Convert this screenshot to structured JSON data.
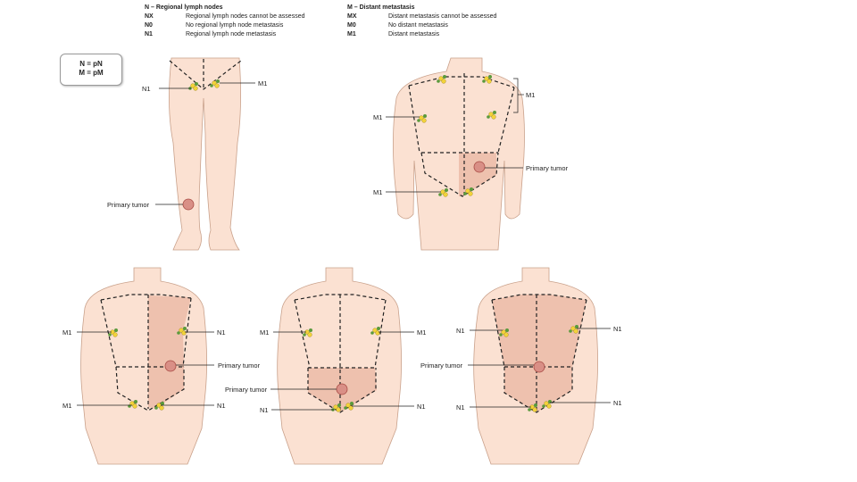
{
  "legend_n": {
    "heading": "N – Regional lymph nodes",
    "rows": [
      {
        "code": "NX",
        "text": "Regional lymph nodes cannot be assessed"
      },
      {
        "code": "N0",
        "text": "No regional lymph node metastasis"
      },
      {
        "code": "N1",
        "text": "Regional lymph node metastasis"
      }
    ]
  },
  "legend_m": {
    "heading": "M – Distant metastasis",
    "rows": [
      {
        "code": "MX",
        "text": "Distant metastasis cannot be assessed"
      },
      {
        "code": "M0",
        "text": "No distant metastasis"
      },
      {
        "code": "M1",
        "text": "Distant metastasis"
      }
    ]
  },
  "note": {
    "line1": "N = pN",
    "line2": "M = pM"
  },
  "labels": {
    "n1": "N1",
    "m1": "M1",
    "primary_tumor": "Primary tumor"
  },
  "colors": {
    "skin": "#fbe1d2",
    "tint": "#e9b6a1",
    "tumor": "#d98f86",
    "node_yellow": "#f2d23a",
    "node_green": "#5a9a3c"
  }
}
